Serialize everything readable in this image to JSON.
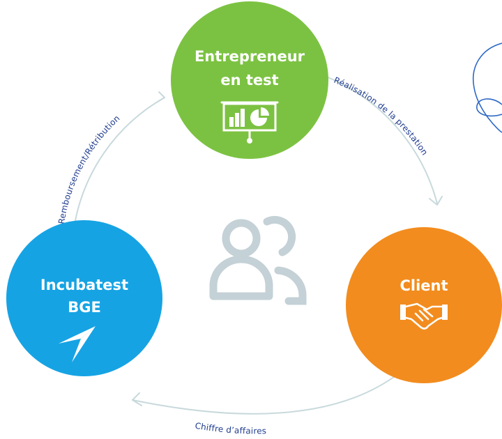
{
  "nodes": {
    "entrepreneur": {
      "title_line1": "Entrepreneur",
      "title_line2": "en test",
      "color": "#7cc242",
      "icon": "presentation-chart-icon"
    },
    "client": {
      "title_line1": "Client",
      "color": "#f28c1e",
      "icon": "handshake-icon"
    },
    "incubatest": {
      "title_line1": "Incubatest",
      "title_line2": "BGE",
      "color": "#16a3e4",
      "icon": "paper-plane-icon"
    }
  },
  "flows": {
    "realisation": "Réalisation de la prestation",
    "chiffre": "Chiffre d’affaires",
    "remboursement": "Remboursement/Rétribution"
  },
  "center_icon": "users-icon",
  "colors": {
    "cycle_arc": "#c8d9dc",
    "flow_text": "#1f3c8f",
    "center_icon": "#c4d1d6",
    "corner_doodle": "#2d68c4"
  }
}
